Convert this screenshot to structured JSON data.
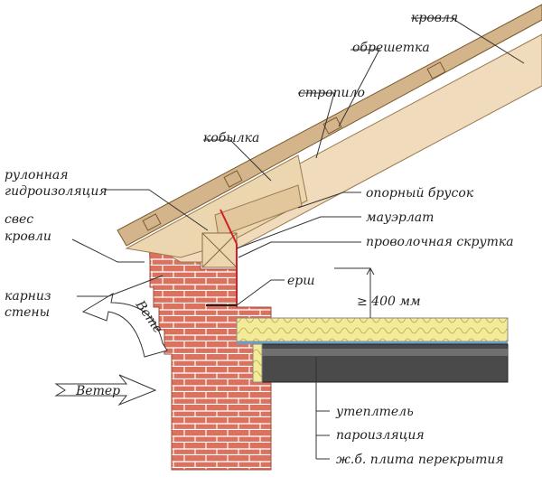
{
  "labels": {
    "roofing": "кровля",
    "battens": "обрешетка",
    "rafter": "стропило",
    "sprocket": "кобылка",
    "membrane_1": "рулонная",
    "membrane_2": "гидроизоляция",
    "overhang_1": "свес",
    "overhang_2": "кровли",
    "cornice_1": "карниз",
    "cornice_2": "стены",
    "support_bar": "опорный брусок",
    "wall_plate": "мауэрлат",
    "wire_twist": "проволочная скрутка",
    "ruff_nail": "ерш",
    "min_height": "≥ 400 мм",
    "insulation": "утеплтель",
    "vapor_barrier": "пароизляция",
    "slab": "ж.б. плита перекрытия",
    "wind_bottom": "Ветер",
    "wind_top": "Вете"
  },
  "colors": {
    "brick": "#d9725f",
    "roof_tile": "#d4b48a",
    "rafter": "#f0dcbc",
    "insulation": "#f3eb9a",
    "slab": "#4a4a4a",
    "wire": "#d0202a"
  }
}
